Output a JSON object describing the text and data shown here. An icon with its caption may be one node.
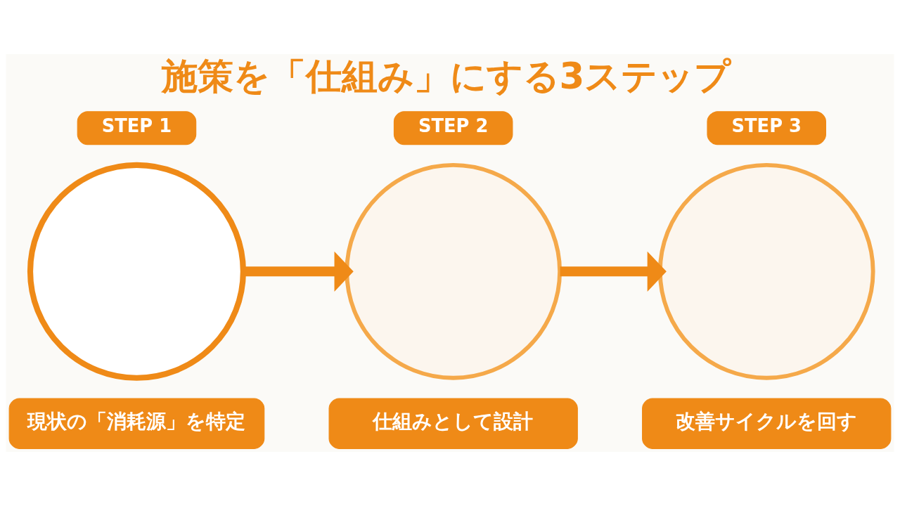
{
  "diagram": {
    "title": "施策を「仕組み」にする3ステップ",
    "nodes": [
      {
        "text": [
          "STEP 1"
        ]
      },
      {
        "text": [],
        "shape": "circle"
      },
      {
        "text": [
          "現状の「消耗源」を特定"
        ]
      },
      {
        "text": [
          "STEP 2"
        ]
      },
      {
        "text": [],
        "shape": "circle"
      },
      {
        "text": [
          "仕組みとして設計"
        ]
      },
      {
        "text": [
          "STEP 3"
        ]
      },
      {
        "text": [],
        "shape": "circle"
      },
      {
        "text": [
          "改善サイクルを回す"
        ]
      }
    ],
    "edges": [
      {
        "from": 1,
        "to": 4,
        "arrow": "to"
      },
      {
        "from": 4,
        "to": 7,
        "arrow": "to"
      }
    ]
  }
}
